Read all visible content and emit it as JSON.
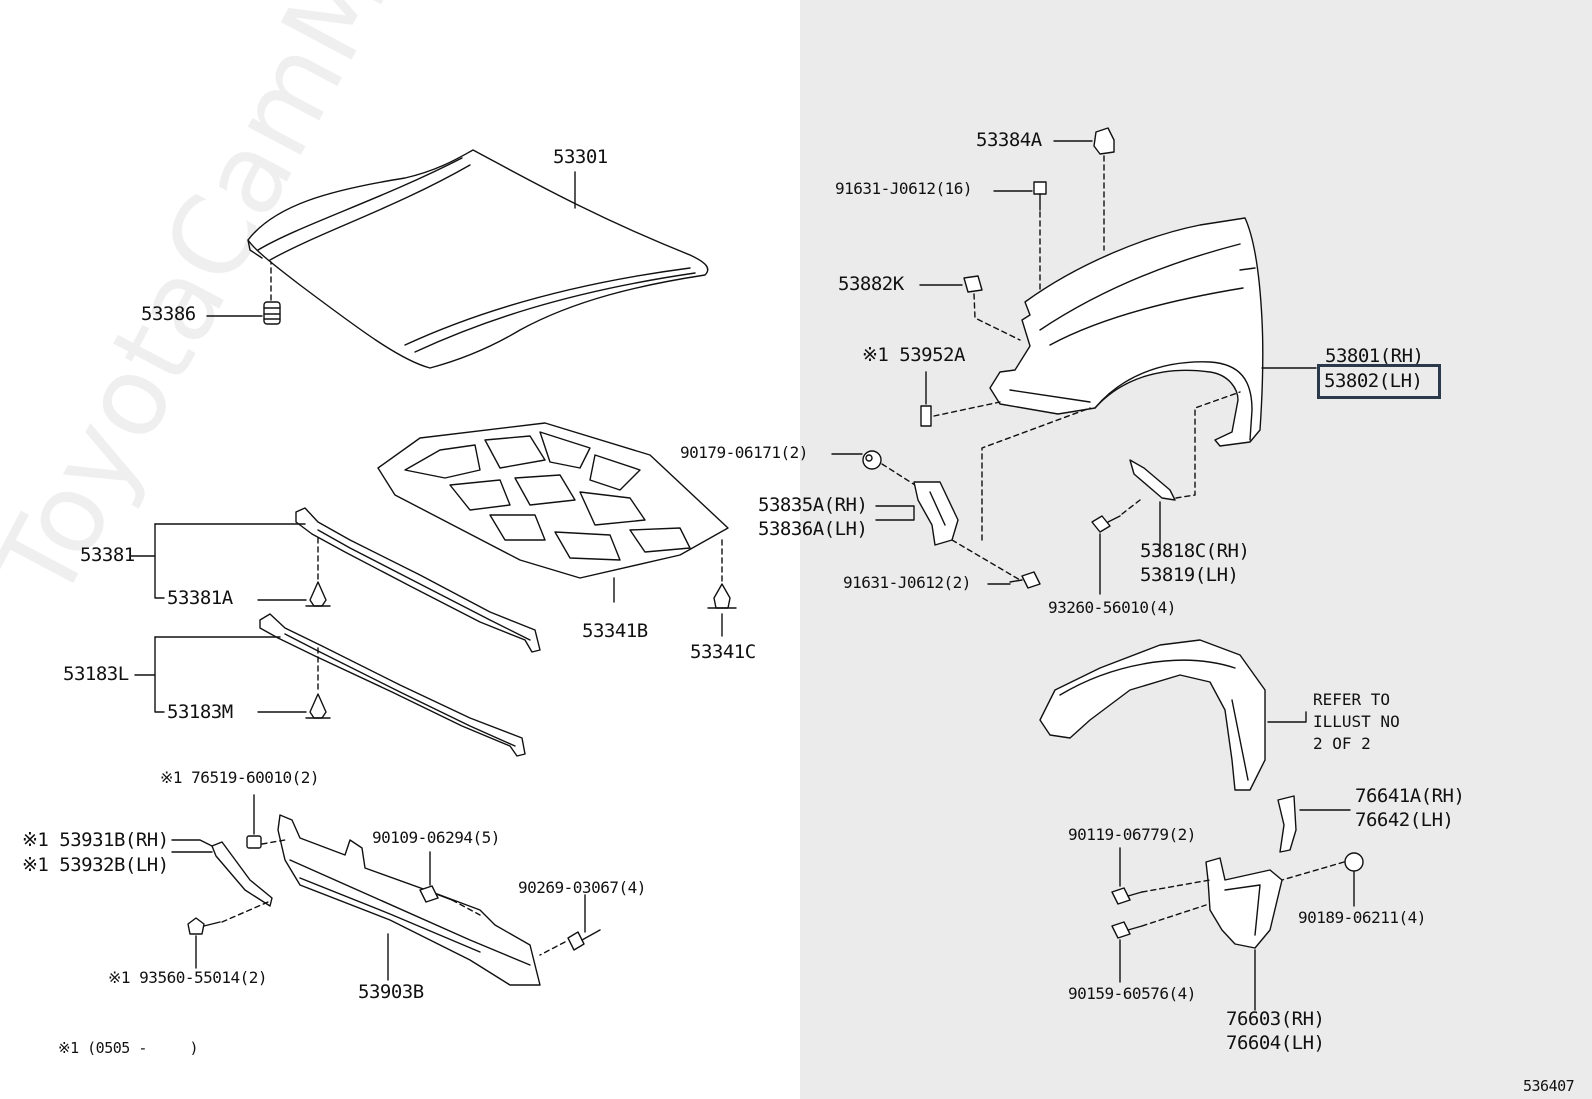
{
  "watermark": "ToyotaCamMine.ru",
  "diagram_id": "536407",
  "footnote": "※1 (0505 -     )",
  "refer_note": "REFER TO\nILLUST NO\n2 OF 2",
  "parts": {
    "p53301": "53301",
    "p53386": "53386",
    "p53381": "53381",
    "p53381a": "53381A",
    "p53341b": "53341B",
    "p53341c": "53341C",
    "p53183l": "53183L",
    "p53183m": "53183M",
    "p76519": "※1 76519-60010(2)",
    "p53931b": "※1 53931B(RH)",
    "p53932b": "※1 53932B(LH)",
    "p90109": "90109-06294(5)",
    "p90269": "90269-03067(4)",
    "p93560": "※1 93560-55014(2)",
    "p53903b": "53903B",
    "p53384a": "53384A",
    "p91631a": "91631-J0612(16)",
    "p53882k": "53882K",
    "p53952a": "※1 53952A",
    "p53801": "53801(RH)",
    "p53802": "53802(LH)",
    "p90179": "90179-06171(2)",
    "p53835a": "53835A(RH)",
    "p53836a": "53836A(LH)",
    "p91631b": "91631-J0612(2)",
    "p93260": "93260-56010(4)",
    "p53818c": "53818C(RH)",
    "p53819": "53819(LH)",
    "p76641a": "76641A(RH)",
    "p76642": "76642(LH)",
    "p90119": "90119-06779(2)",
    "p90189": "90189-06211(4)",
    "p90159": "90159-60576(4)",
    "p76603": "76603(RH)",
    "p76604": "76604(LH)"
  },
  "colors": {
    "ink": "#111111",
    "panel": "#ebebeb",
    "highlight": "#2a3a4a"
  }
}
